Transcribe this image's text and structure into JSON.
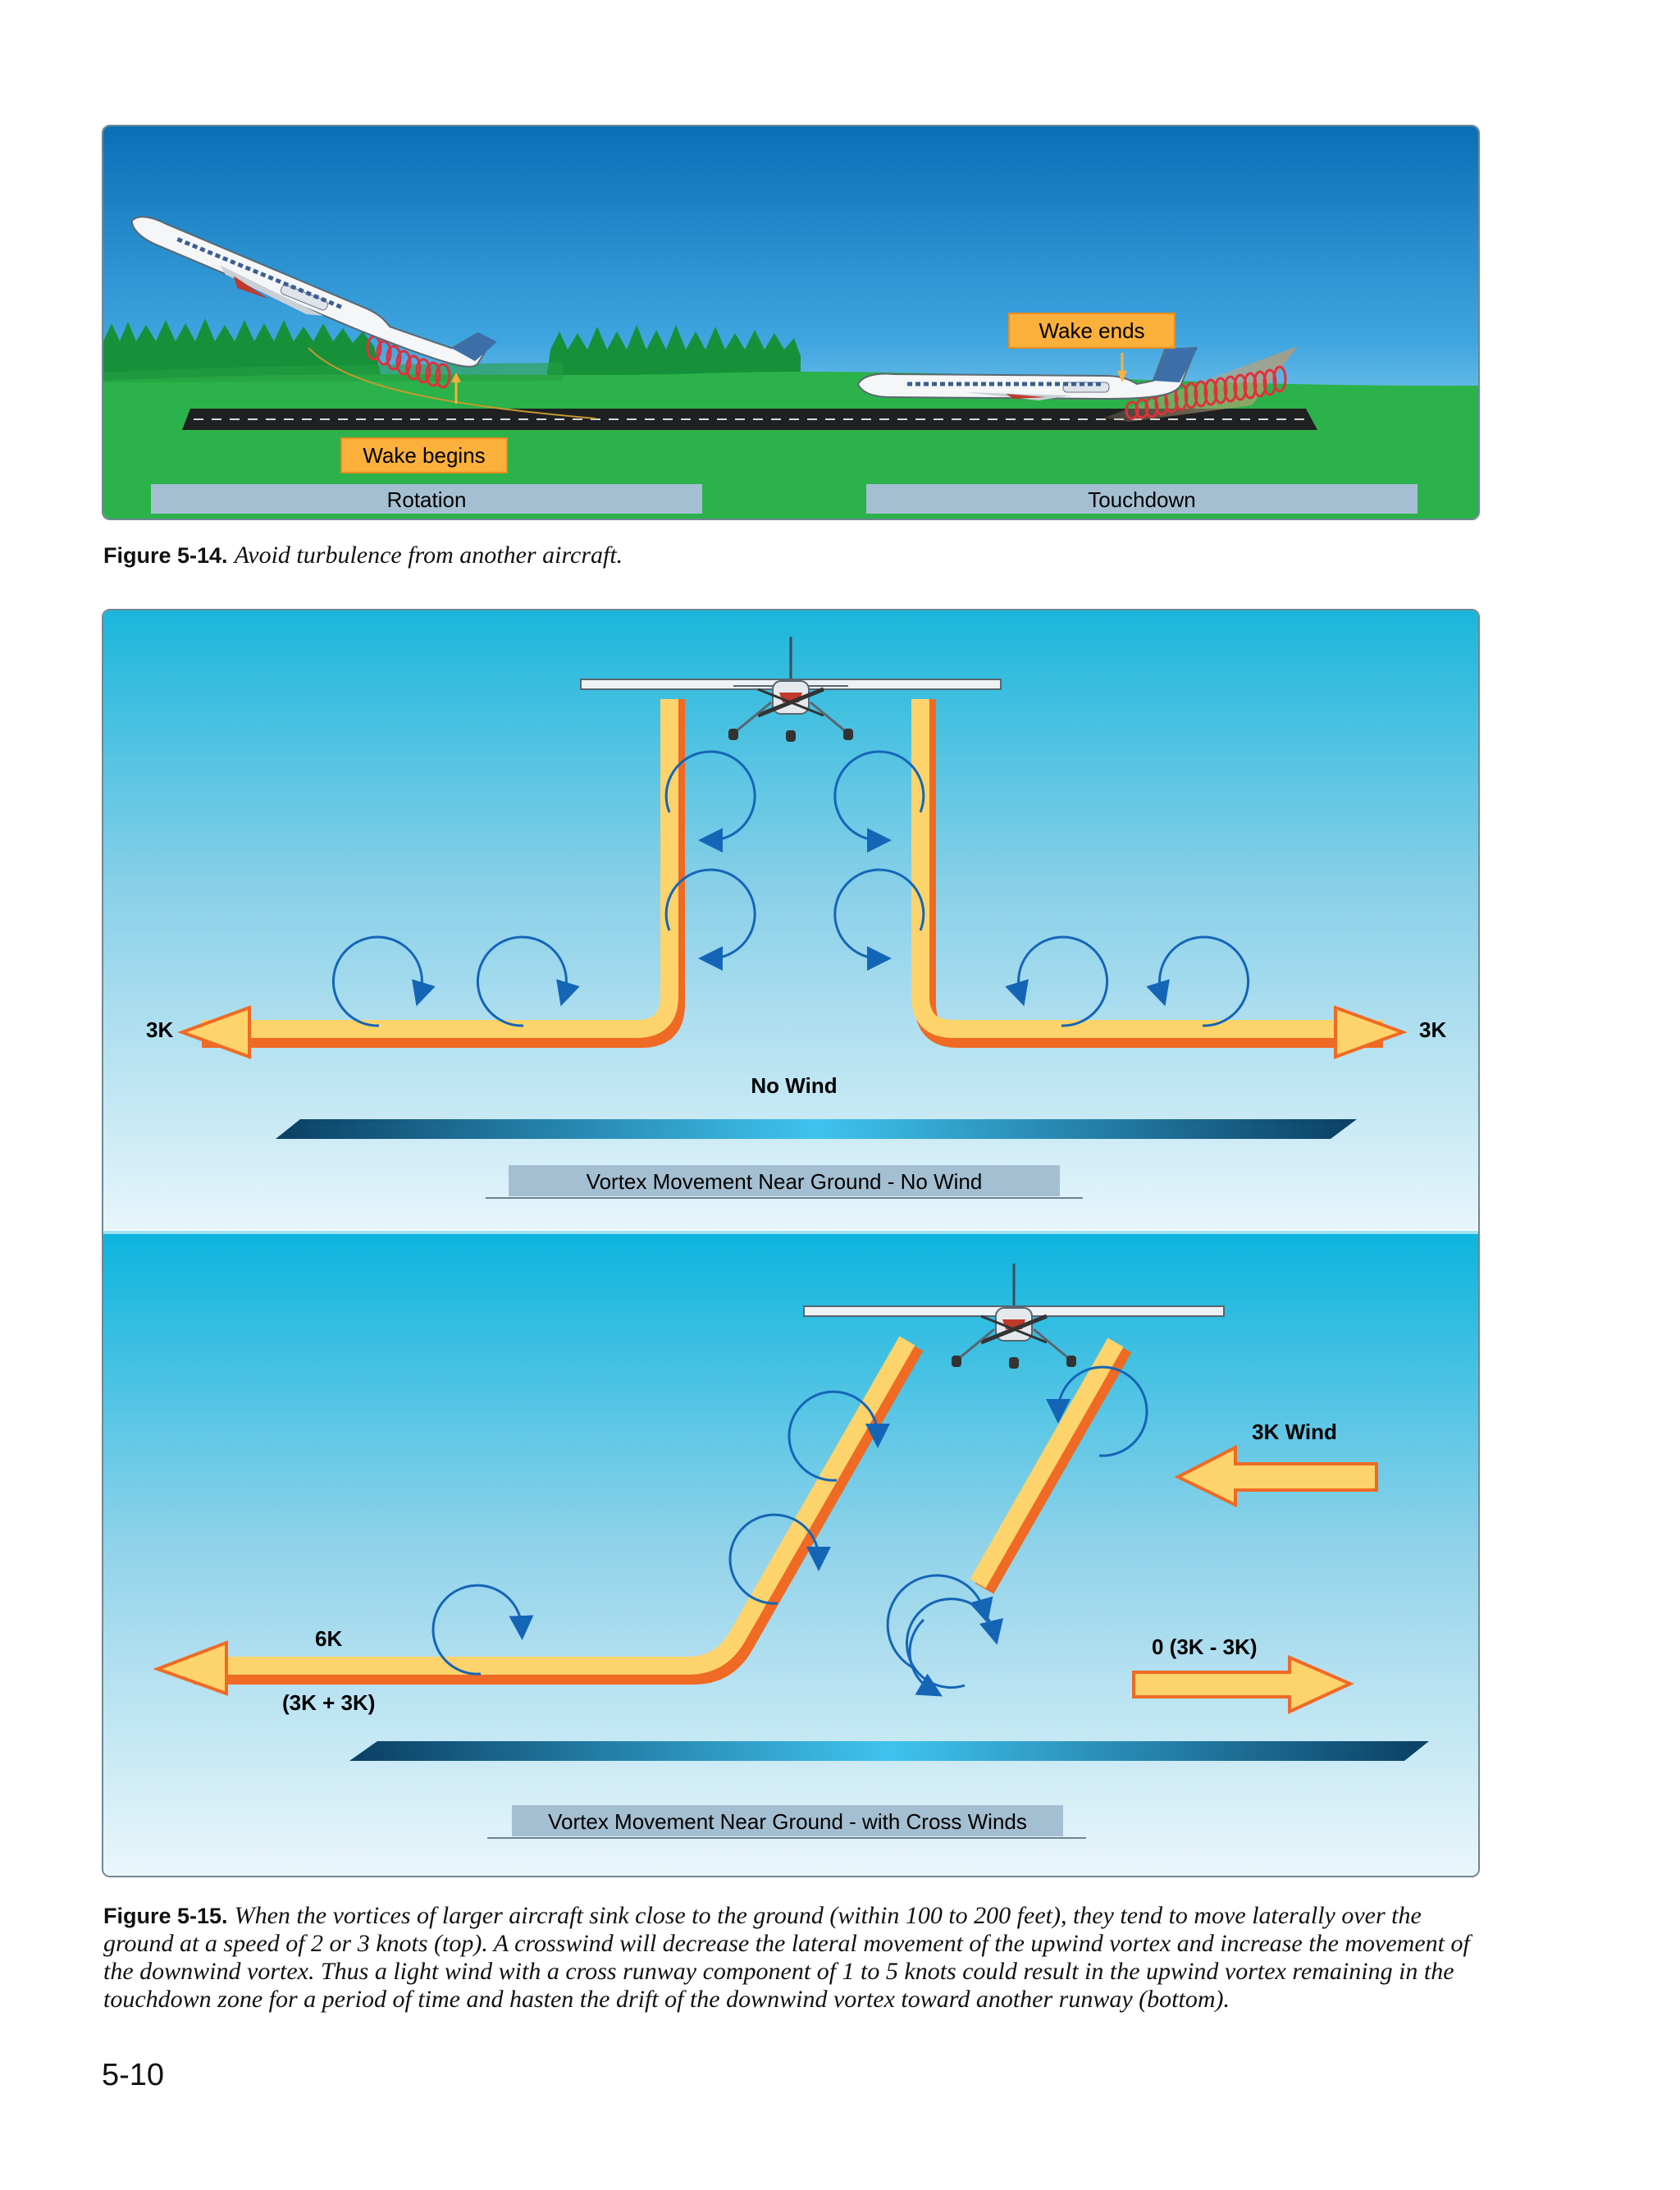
{
  "figure_5_14": {
    "labels": {
      "wake_begins": "Wake begins",
      "wake_ends": "Wake ends",
      "rotation": "Rotation",
      "touchdown": "Touchdown"
    },
    "caption_label": "Figure 5-14.",
    "caption_text": "Avoid turbulence from another aircraft."
  },
  "figure_5_15": {
    "top": {
      "left_value": "3K",
      "right_value": "3K",
      "wind_label": "No Wind",
      "title": "Vortex Movement Near Ground - No Wind"
    },
    "bottom": {
      "left_value": "6K",
      "left_formula": "(3K + 3K)",
      "wind_label": "3K Wind",
      "right_formula": "0 (3K - 3K)",
      "title": "Vortex Movement Near Ground - with Cross Winds"
    },
    "caption_label": "Figure 5-15.",
    "caption_text": "When the vortices of larger aircraft sink close to the ground (within 100 to 200 feet), they tend to move laterally over the ground at a speed of 2 or 3 knots (top). A crosswind will decrease the lateral movement of the upwind vortex and increase the movement of the downwind vortex. Thus a light wind with a cross runway component of 1 to 5 knots could result in the upwind vortex remaining in the touchdown zone for a period of time and hasten the drift of the downwind vortex toward another runway (bottom)."
  },
  "page_number": "5-10",
  "colors": {
    "sky_top": "#0a72b8",
    "sky_bottom": "#bfe6f4",
    "grass": "#2bb24a",
    "trees": "#16913a",
    "runway": "#1c1f1f",
    "label_orange": "#fbb03b",
    "banner_blue": "#a4bfd1",
    "path_yellow": "#fdd36b",
    "path_orange": "#ef6a24",
    "vortex_blue": "#1565b7",
    "vortex_red": "#e0303b",
    "bg_light_blue": "#a6ddef",
    "bg_cyan": "#19b8de"
  }
}
